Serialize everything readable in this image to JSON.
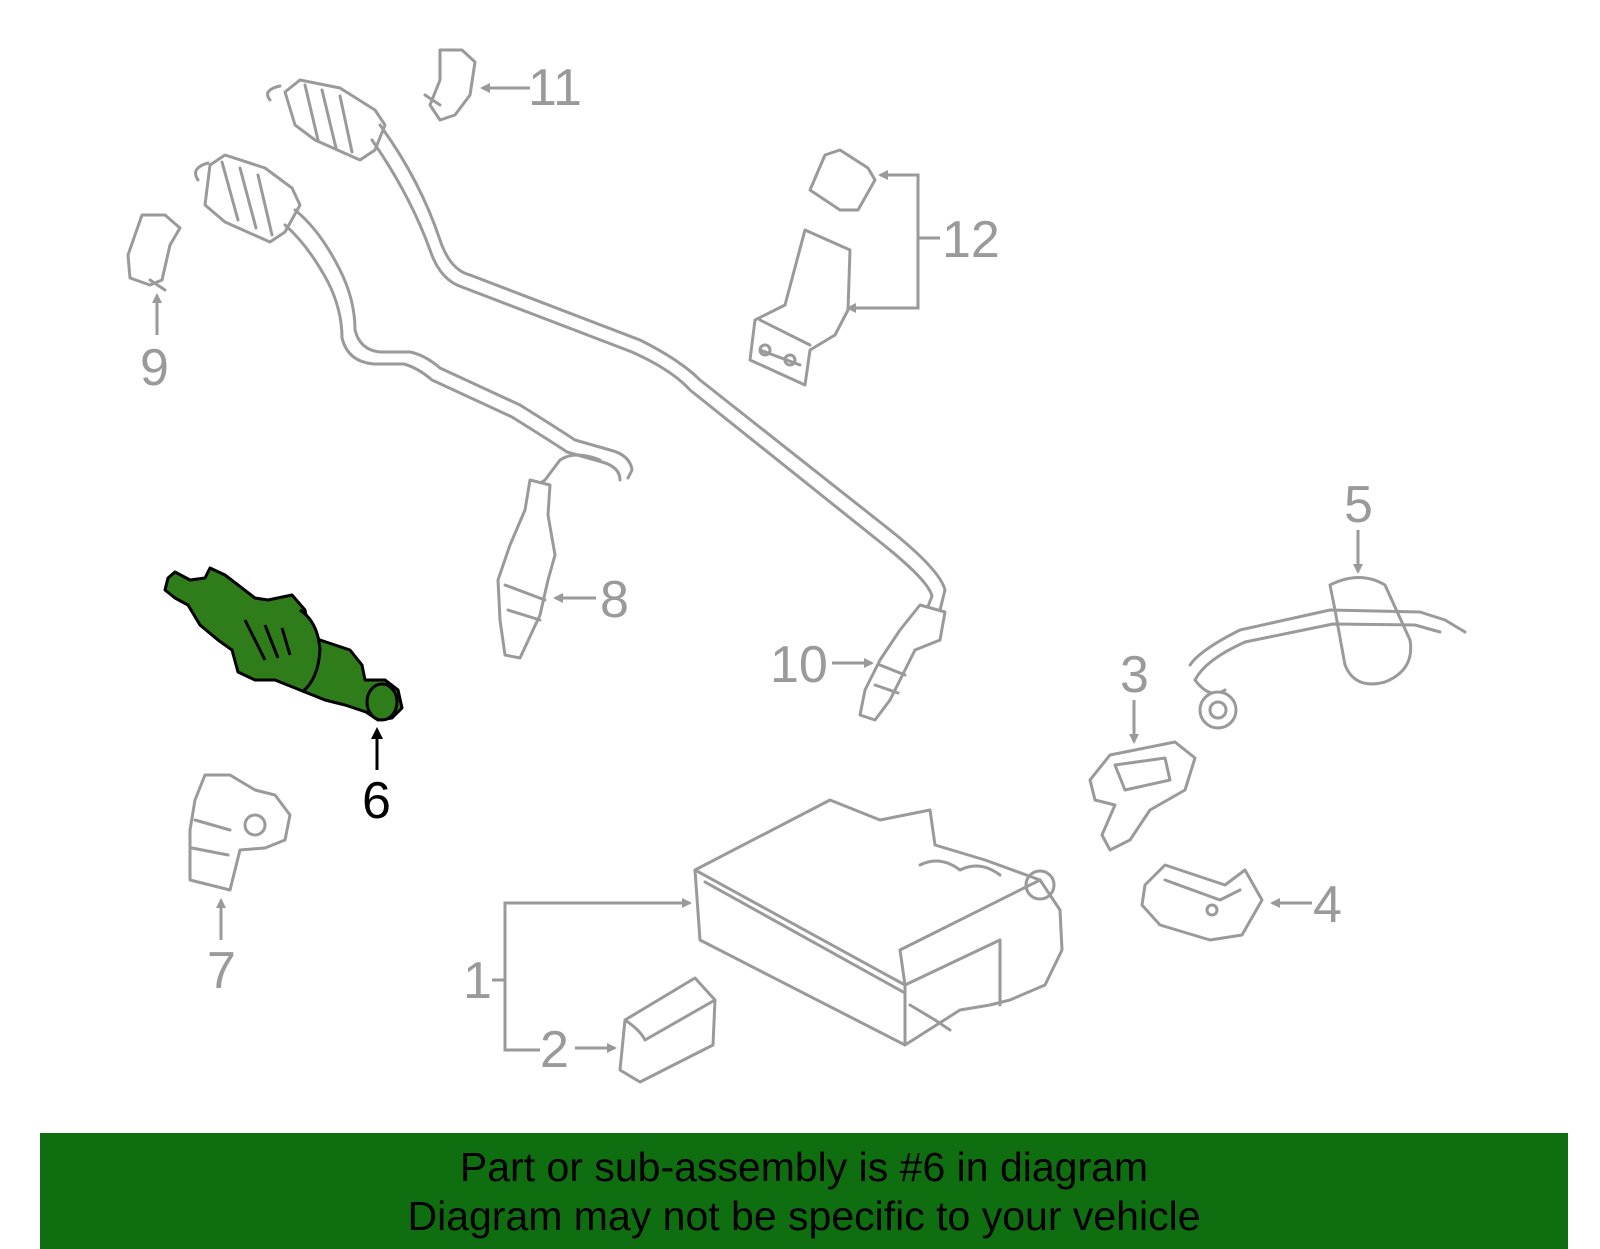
{
  "callouts": {
    "c1": "1",
    "c2": "2",
    "c3": "3",
    "c4": "4",
    "c5": "5",
    "c6": "6",
    "c7": "7",
    "c8": "8",
    "c9": "9",
    "c10": "10",
    "c11": "11",
    "c12": "12"
  },
  "highlighted_callout": "6",
  "colors": {
    "banner_bg": "#0f6e0f",
    "highlight_part": "#2f7d1a",
    "line_art": "#9a9a9a"
  },
  "banner": {
    "line1": "Part or sub-assembly is #6 in diagram",
    "line2": "Diagram may not be specific to your vehicle"
  }
}
